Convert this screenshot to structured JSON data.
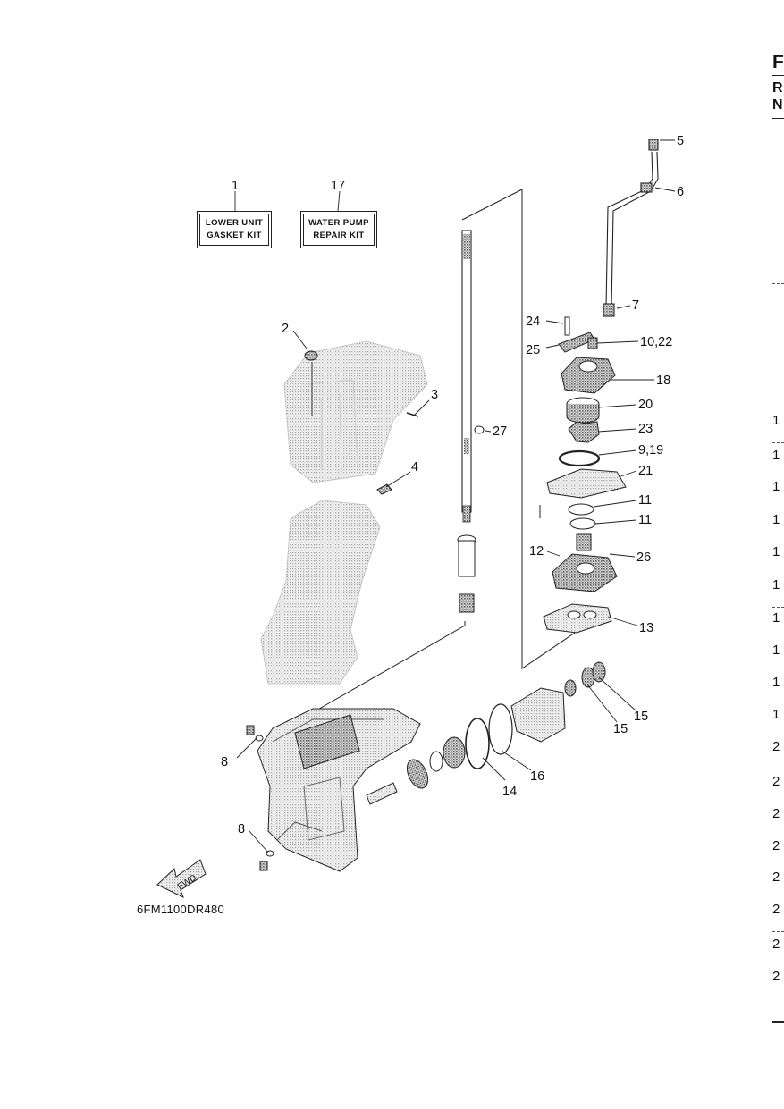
{
  "drawing_code": "6FM1100DR480",
  "kits": [
    {
      "ref": "1",
      "line1": "LOWER UNIT",
      "line2": "GASKET KIT"
    },
    {
      "ref": "17",
      "line1": "WATER PUMP",
      "line2": "REPAIR KIT"
    }
  ],
  "callouts": {
    "c2": "2",
    "c3": "3",
    "c4": "4",
    "c5": "5",
    "c6": "6",
    "c7": "7",
    "c8a": "8",
    "c8b": "8",
    "c9_19": "9,19",
    "c10_22": "10,22",
    "c11a": "11",
    "c11b": "11",
    "c12": "12",
    "c13": "13",
    "c14": "14",
    "c15a": "15",
    "c15b": "15",
    "c16": "16",
    "c18": "18",
    "c20": "20",
    "c21": "21",
    "c23": "23",
    "c24": "24",
    "c25": "25",
    "c26": "26",
    "c27": "27"
  },
  "fwd_label": "FWD",
  "right_edge": {
    "header": [
      "F",
      "R",
      "N"
    ],
    "rows": [
      "1",
      "1",
      "1",
      "1",
      "1",
      "1",
      "1",
      "1",
      "1",
      "1",
      "2",
      "2",
      "2",
      "2",
      "2",
      "2",
      "2",
      "2"
    ]
  },
  "colors": {
    "ink": "#111111",
    "shade": "#9a9a9a",
    "paper": "#ffffff"
  }
}
